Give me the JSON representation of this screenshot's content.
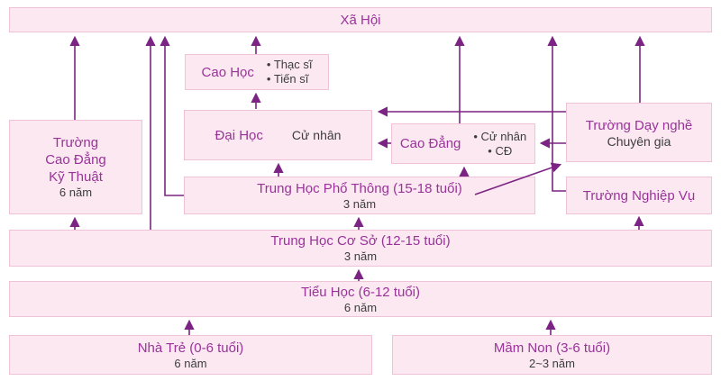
{
  "colors": {
    "box_fill": "#fbe8f1",
    "box_border": "#f0c2d8",
    "title_text": "#993399",
    "secondary_text": "#3d3d3d",
    "arrow": "#7b2483",
    "background": "#ffffff"
  },
  "nodes": {
    "xa_hoi": {
      "label": "Xã Hội"
    },
    "truong_cdkt": {
      "line1": "Trường",
      "line2": "Cao Đẳng",
      "line3": "Kỹ Thuật",
      "sub": "6 năm"
    },
    "cao_hoc": {
      "label": "Cao Học",
      "bullets": [
        "Thạc sĩ",
        "Tiến sĩ"
      ]
    },
    "dai_hoc": {
      "label": "Đại Học",
      "note": "Cử nhân"
    },
    "cao_dang": {
      "label": "Cao Đẳng",
      "note_line1": "Cử nhân",
      "note_line2": "CĐ"
    },
    "truong_day_nghe": {
      "label": "Trường Dạy nghề",
      "sub": "Chuyên gia"
    },
    "truong_nghiep_vu": {
      "label": "Trường Nghiệp Vụ"
    },
    "thpt": {
      "label": "Trung Học Phổ Thông (15-18 tuổi)",
      "sub": "3 năm"
    },
    "thcs": {
      "label": "Trung Học Cơ Sở (12-15 tuổi)",
      "sub": "3 năm"
    },
    "tieu_hoc": {
      "label": "Tiểu Học (6-12 tuổi)",
      "sub": "6 năm"
    },
    "nha_tre": {
      "label": "Nhà Trẻ (0-6 tuổi)",
      "sub": "6 năm"
    },
    "mam_non": {
      "label": "Mầm Non (3-6 tuổi)",
      "sub": "2~3 năm"
    }
  }
}
